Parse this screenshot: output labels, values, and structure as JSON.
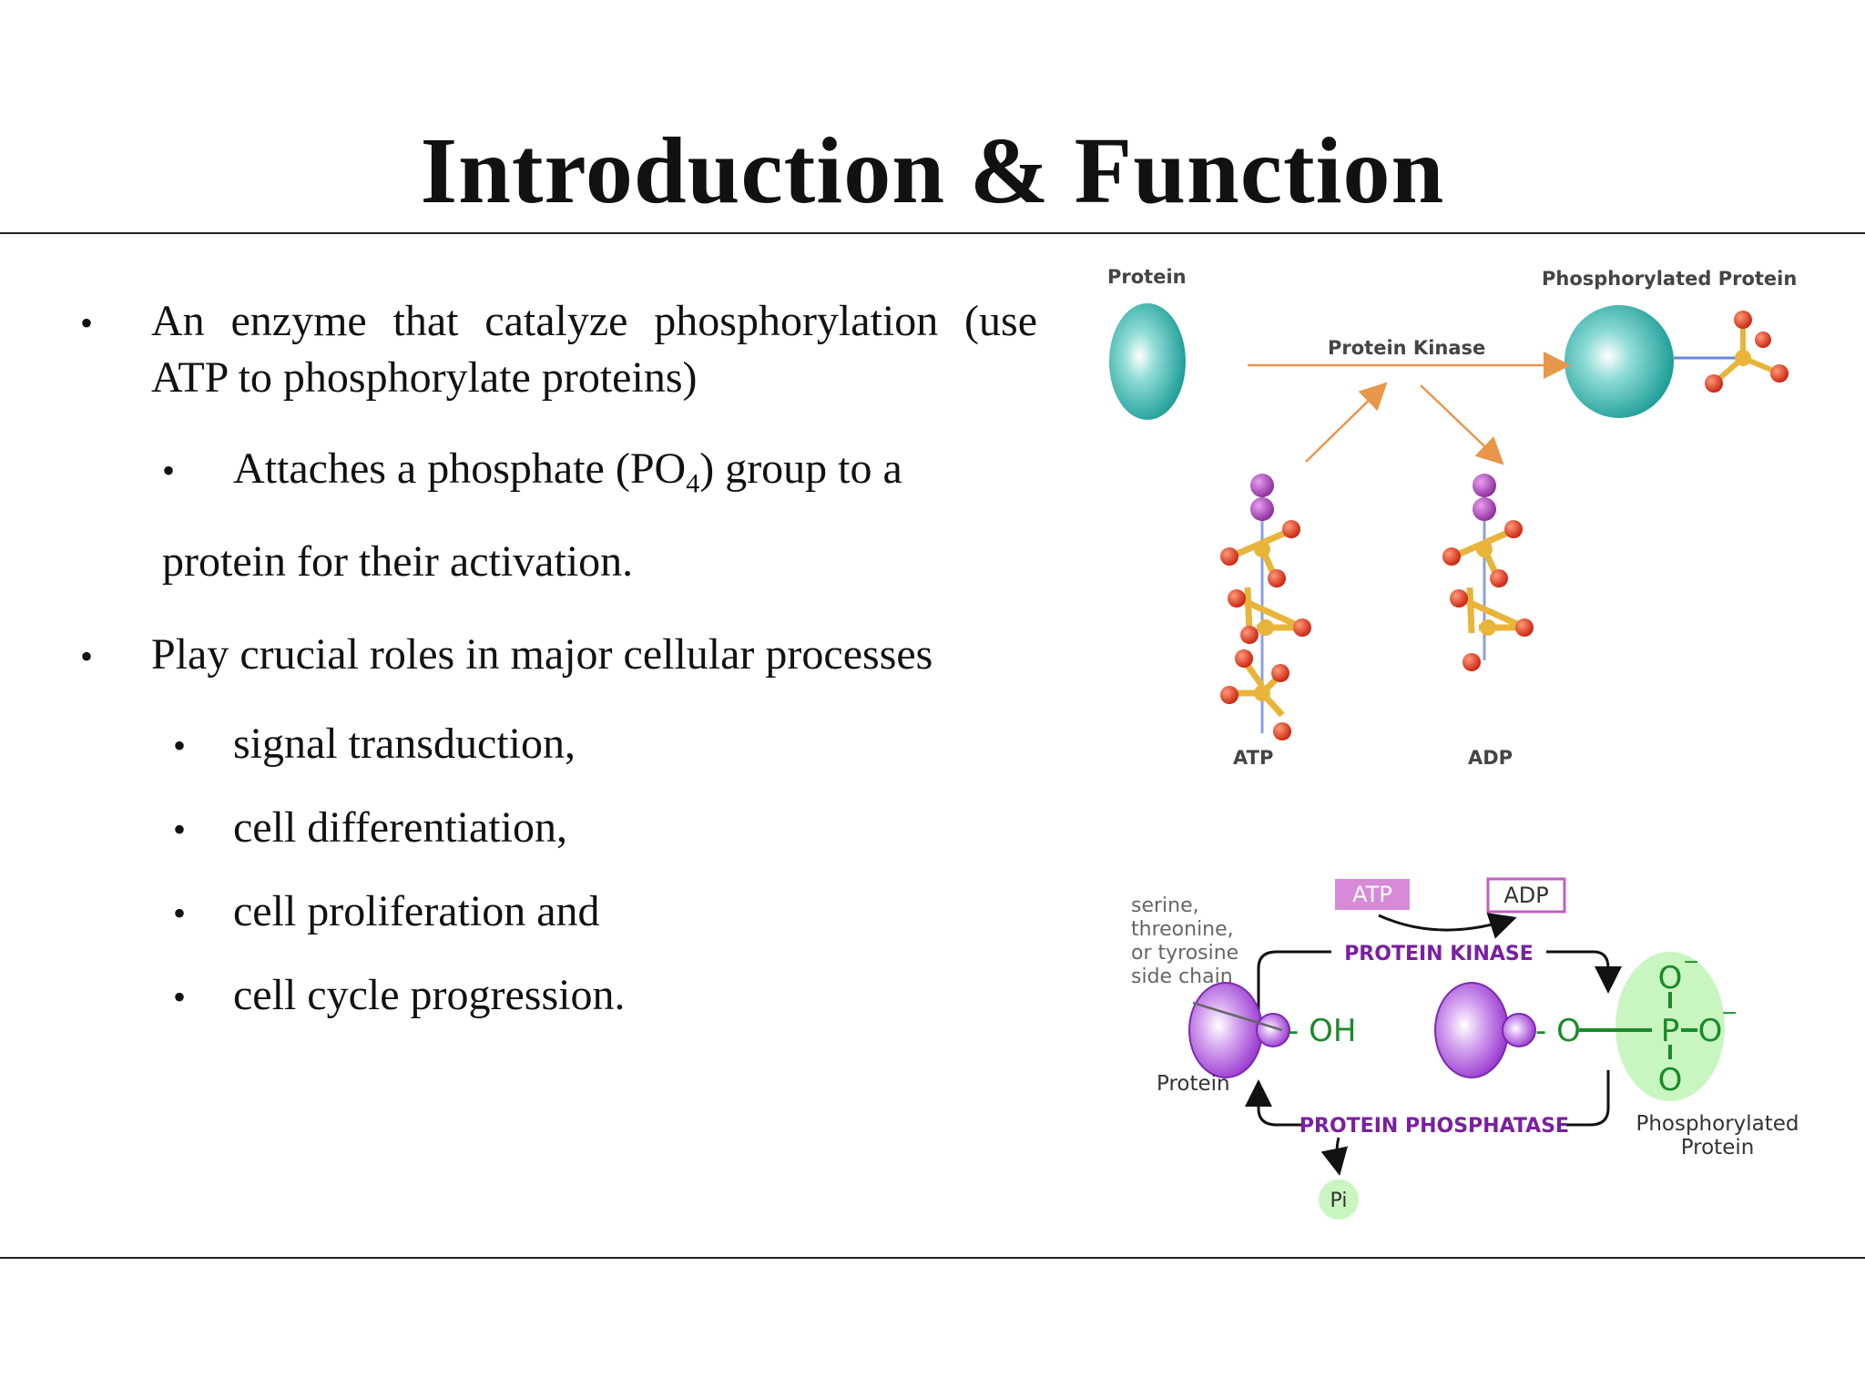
{
  "slide": {
    "title": "Introduction & Function"
  },
  "bullets": {
    "b1": "An enzyme that catalyze phosphorylation (use ATP to phosphorylate proteins)",
    "b1_sub_pre": "Attaches a phosphate (PO",
    "b1_sub_subscript": "4",
    "b1_sub_post": ") group to a",
    "b1_sub_cont": "protein for their activation.",
    "b2": "Play crucial roles in major cellular processes",
    "b2_items": [
      "signal transduction,",
      "cell differentiation,",
      "cell proliferation and",
      "cell cycle progression."
    ]
  },
  "diagram_top": {
    "protein_label": "Protein",
    "phospho_label": "Phosphorylated Protein",
    "kinase_label": "Protein Kinase",
    "atp_label": "ATP",
    "adp_label": "ADP",
    "colors": {
      "protein": "#2fb3ad",
      "arrow": "#e8964a",
      "phosphate_o": "#e03a1e",
      "phosphate_p": "#e8b43a",
      "ribose": "#a341b0"
    }
  },
  "diagram_bottom": {
    "atp_box": "ATP",
    "adp_box": "ADP",
    "side_chain_label": [
      "serine,",
      "threonine,",
      "or tyrosine",
      "side chain"
    ],
    "kinase_label": "PROTEIN KINASE",
    "phosphatase_label": "PROTEIN PHOSPHATASE",
    "oh_label": "- OH",
    "o_label": "- O",
    "p_label": "P",
    "o_top": "O",
    "o_right": "O",
    "o_bottom": "O",
    "minus": "−",
    "protein_label": "Protein",
    "phospho_label": [
      "Phosphorylated",
      "Protein"
    ],
    "pi_label": "Pi",
    "colors": {
      "enzyme_purple": "#7a1fa2",
      "protein_purple": "#b86ee0",
      "phosphate_green": "#1a8a2a",
      "phosphate_bg": "#c8f5c0",
      "atp_box": "#d88ad8"
    }
  }
}
